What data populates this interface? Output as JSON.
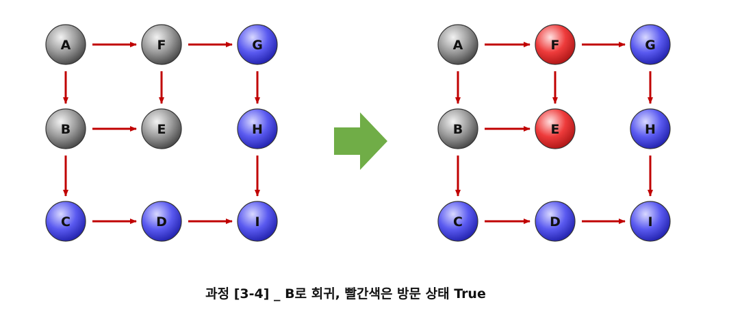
{
  "diagram": {
    "caption": "과정 [3-4] _ B로 회귀, 빨간색은 방문 상태 True",
    "colors": {
      "unvisited": "#5a5af0",
      "visited_processed": "#8a8a8a",
      "visited_true": "#ee3b3b",
      "edge": "#c00000",
      "transition_arrow": "#70ad47"
    },
    "graphs": [
      {
        "id": "before",
        "nodes": [
          {
            "id": "A",
            "label": "A",
            "state": "visited_processed"
          },
          {
            "id": "F",
            "label": "F",
            "state": "visited_processed"
          },
          {
            "id": "G",
            "label": "G",
            "state": "unvisited"
          },
          {
            "id": "B",
            "label": "B",
            "state": "visited_processed"
          },
          {
            "id": "E",
            "label": "E",
            "state": "visited_processed"
          },
          {
            "id": "H",
            "label": "H",
            "state": "unvisited"
          },
          {
            "id": "C",
            "label": "C",
            "state": "unvisited"
          },
          {
            "id": "D",
            "label": "D",
            "state": "unvisited"
          },
          {
            "id": "I",
            "label": "I",
            "state": "unvisited"
          }
        ]
      },
      {
        "id": "after",
        "nodes": [
          {
            "id": "A",
            "label": "A",
            "state": "visited_processed"
          },
          {
            "id": "F",
            "label": "F",
            "state": "visited_true"
          },
          {
            "id": "G",
            "label": "G",
            "state": "unvisited"
          },
          {
            "id": "B",
            "label": "B",
            "state": "visited_processed"
          },
          {
            "id": "E",
            "label": "E",
            "state": "visited_true"
          },
          {
            "id": "H",
            "label": "H",
            "state": "unvisited"
          },
          {
            "id": "C",
            "label": "C",
            "state": "unvisited"
          },
          {
            "id": "D",
            "label": "D",
            "state": "unvisited"
          },
          {
            "id": "I",
            "label": "I",
            "state": "unvisited"
          }
        ]
      }
    ],
    "edges": [
      {
        "from": "A",
        "to": "F"
      },
      {
        "from": "F",
        "to": "G"
      },
      {
        "from": "A",
        "to": "B"
      },
      {
        "from": "F",
        "to": "E"
      },
      {
        "from": "G",
        "to": "H"
      },
      {
        "from": "B",
        "to": "E"
      },
      {
        "from": "B",
        "to": "C"
      },
      {
        "from": "H",
        "to": "I"
      },
      {
        "from": "C",
        "to": "D"
      },
      {
        "from": "D",
        "to": "I"
      }
    ]
  }
}
